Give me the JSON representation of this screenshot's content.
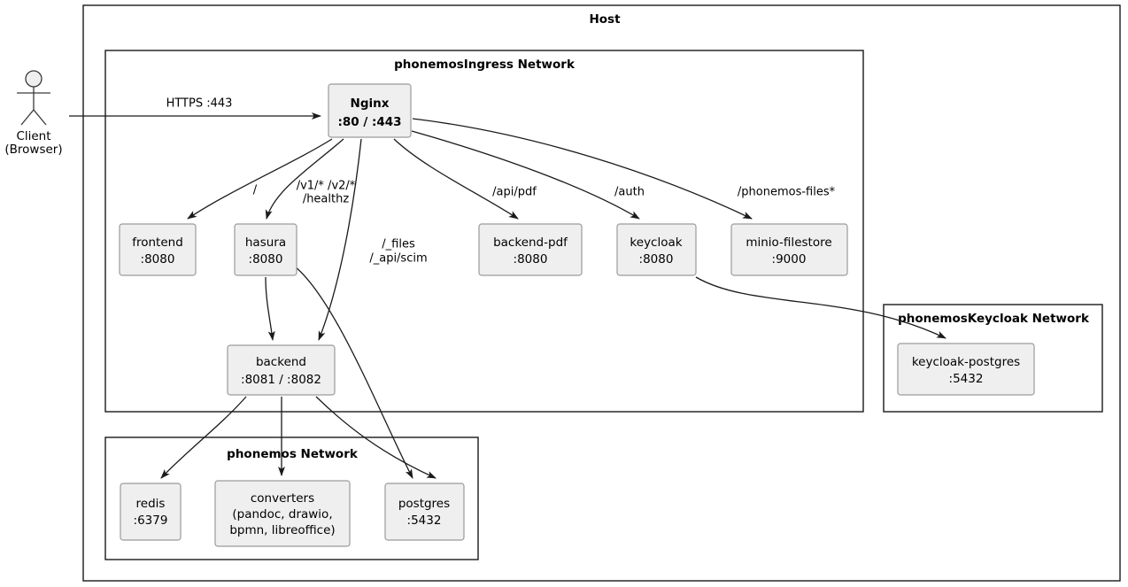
{
  "diagram": {
    "title": "Host",
    "actor": {
      "name": "client-actor",
      "label_line1": "Client",
      "label_line2": "(Browser)"
    },
    "frames": [
      {
        "id": "host",
        "title": "Host"
      },
      {
        "id": "ingress",
        "title": "phonemosIngress Network"
      },
      {
        "id": "phonemos",
        "title": "phonemos Network"
      },
      {
        "id": "keycloak_net",
        "title": "phonemosKeycloak Network"
      }
    ],
    "nodes": [
      {
        "id": "nginx",
        "line1": "Nginx",
        "line2": ":80 / :443",
        "bold": true
      },
      {
        "id": "frontend",
        "line1": "frontend",
        "line2": ":8080",
        "bold": false
      },
      {
        "id": "hasura",
        "line1": "hasura",
        "line2": ":8080",
        "bold": false
      },
      {
        "id": "backend_pdf",
        "line1": "backend-pdf",
        "line2": ":8080",
        "bold": false
      },
      {
        "id": "keycloak",
        "line1": "keycloak",
        "line2": ":8080",
        "bold": false
      },
      {
        "id": "minio",
        "line1": "minio-filestore",
        "line2": ":9000",
        "bold": false
      },
      {
        "id": "backend",
        "line1": "backend",
        "line2": ":8081 / :8082",
        "bold": false
      },
      {
        "id": "redis",
        "line1": "redis",
        "line2": ":6379",
        "bold": false
      },
      {
        "id": "converters",
        "line1": "converters",
        "line2": "(pandoc, drawio,",
        "line3": "bpmn, libreoffice)",
        "bold": false
      },
      {
        "id": "postgres",
        "line1": "postgres",
        "line2": ":5432",
        "bold": false
      },
      {
        "id": "keycloak_postgres",
        "line1": "keycloak-postgres",
        "line2": ":5432",
        "bold": false
      }
    ],
    "edge_labels": [
      {
        "id": "https",
        "text": "HTTPS :443"
      },
      {
        "id": "root",
        "text": "/"
      },
      {
        "id": "v1v2",
        "text": "/v1/* /v2/*"
      },
      {
        "id": "healthz",
        "text": "/healthz"
      },
      {
        "id": "files",
        "text": "/_files"
      },
      {
        "id": "api_scim",
        "text": "/_api/scim"
      },
      {
        "id": "api_pdf",
        "text": "/api/pdf"
      },
      {
        "id": "auth",
        "text": "/auth"
      },
      {
        "id": "phonemos_files",
        "text": "/phonemos-files*"
      }
    ],
    "colors": {
      "node_fill": "#efefef",
      "node_stroke": "#9a9a9a",
      "frame_stroke": "#1a1a1a",
      "text": "#000000",
      "background": "#ffffff"
    }
  }
}
